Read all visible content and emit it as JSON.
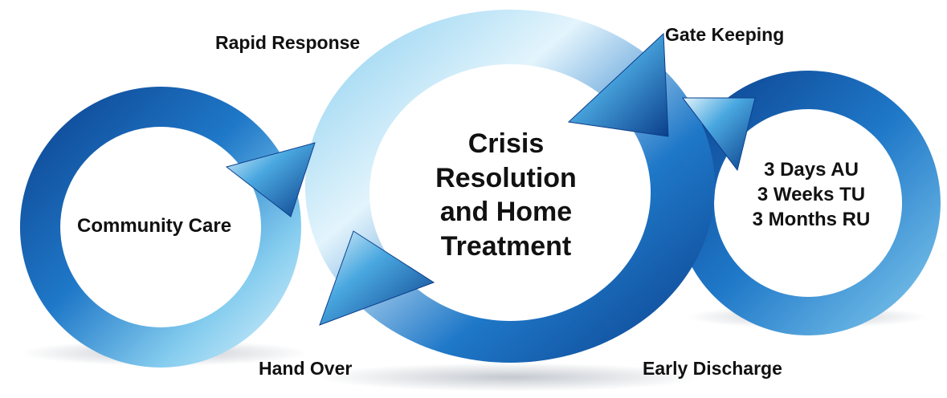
{
  "labels": {
    "rapid_response": "Rapid Response",
    "gate_keeping": "Gate Keeping",
    "hand_over": "Hand Over",
    "early_discharge": "Early Discharge"
  },
  "nodes": {
    "community_care": "Community Care",
    "crisis": {
      "lines": [
        "Crisis",
        "Resolution",
        "and Home",
        "Treatment"
      ]
    },
    "units": {
      "lines": [
        "3 Days AU",
        "3 Weeks TU",
        "3 Months RU"
      ]
    }
  },
  "colors": {
    "ring_dark": "#0b3f8c",
    "ring_mid": "#1f78c8",
    "ring_light": "#86cdef",
    "ring_highlight": "#e3f4fc",
    "text": "#111111"
  }
}
